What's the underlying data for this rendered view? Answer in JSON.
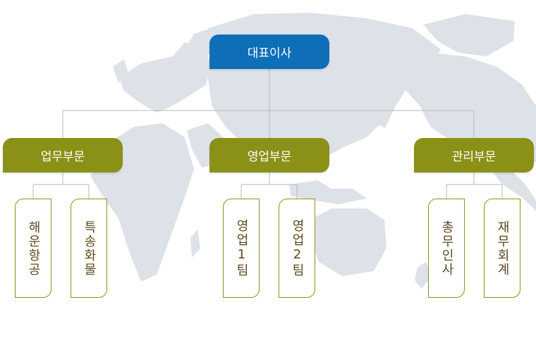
{
  "ceo": {
    "label": "대표이사"
  },
  "departments": [
    {
      "label": "업무부문",
      "teams": [
        "해운항공",
        "특송화물"
      ]
    },
    {
      "label": "영업부문",
      "teams": [
        "영업1팀",
        "영업2팀"
      ]
    },
    {
      "label": "관리부문",
      "teams": [
        "총무인사",
        "재무회계"
      ]
    }
  ],
  "colors": {
    "ceo_box": "#0e6fb8",
    "department_box": "#8b9117",
    "team_border": "#8b9117",
    "team_text": "#5c4a1e",
    "connector_line": "#b9b9b9",
    "map_fill": "#dde2e8"
  }
}
